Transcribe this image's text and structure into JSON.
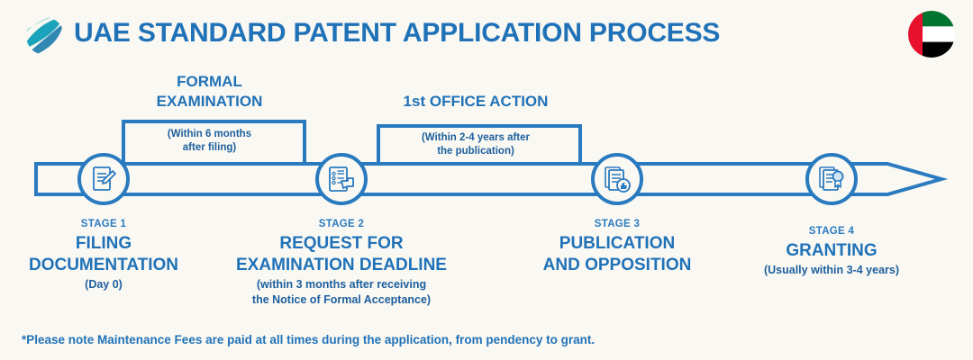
{
  "header": {
    "title": "UAE STANDARD PATENT APPLICATION PROCESS",
    "logo_icon": "globe-swirl-logo-icon",
    "flag_icon": "uae-flag-icon"
  },
  "colors": {
    "background": "#faf8f2",
    "primary_blue": "#2072b8",
    "line_blue": "#2a7ac0",
    "dark_blue": "#1c5f9e",
    "flag_red": "#e8112d",
    "flag_green": "#00732f",
    "flag_white": "#ffffff",
    "flag_black": "#000000",
    "logo_teal": "#16a0b4"
  },
  "brackets": [
    {
      "id": "formal-examination",
      "title": "FORMAL\nEXAMINATION",
      "subtitle": "(Within 6 months\nafter filing)"
    },
    {
      "id": "first-office-action",
      "title": "1st OFFICE ACTION",
      "subtitle": "(Within 2-4 years after\nthe publication)"
    }
  ],
  "stages": [
    {
      "number": "STAGE 1",
      "name": "FILING\nDOCUMENTATION",
      "note": "(Day 0)",
      "icon": "document-pencil-icon"
    },
    {
      "number": "STAGE 2",
      "name": "REQUEST FOR\nEXAMINATION DEADLINE",
      "note": "(within 3 months after receiving\nthe Notice of Formal Acceptance)",
      "icon": "checklist-hand-icon"
    },
    {
      "number": "STAGE 3",
      "name": "PUBLICATION\nAND OPPOSITION",
      "note": "",
      "icon": "documents-thumbsup-icon"
    },
    {
      "number": "STAGE 4",
      "name": "GRANTING",
      "note": "(Usually within 3-4 years)",
      "icon": "certificate-seal-icon"
    }
  ],
  "footer": {
    "note": "*Please note Maintenance Fees are paid at all times during the application, from pendency to grant."
  }
}
